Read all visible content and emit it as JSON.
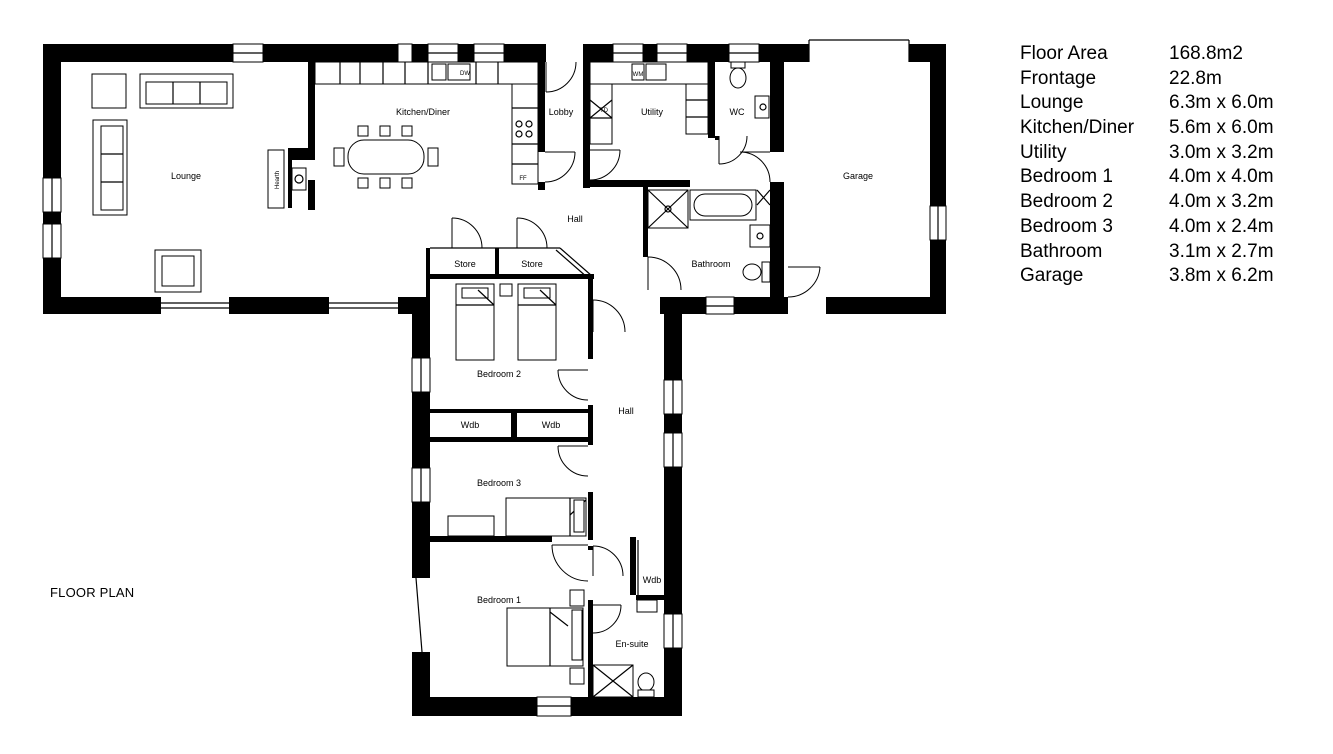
{
  "plan": {
    "title": "FLOOR PLAN",
    "rooms": {
      "lounge": "Lounge",
      "kitchen_diner": "Kitchen/Diner",
      "lobby": "Lobby",
      "utility": "Utility",
      "wc": "WC",
      "garage": "Garage",
      "hall_upper": "Hall",
      "store_1": "Store",
      "store_2": "Store",
      "bathroom": "Bathroom",
      "bedroom_2": "Bedroom 2",
      "wdb_1": "Wdb",
      "wdb_2": "Wdb",
      "hall_lower": "Hall",
      "bedroom_3": "Bedroom 3",
      "wdb_3": "Wdb",
      "bedroom_1": "Bedroom 1",
      "en_suite": "En-suite"
    },
    "fixtures": {
      "hearth": "Hearth",
      "fridge_freezer": "FF",
      "tumble_dryer": "TD",
      "washing_machine": "WM",
      "dishwasher": "DW"
    }
  },
  "schedule": [
    {
      "label": "Floor Area",
      "value": "168.8m2"
    },
    {
      "label": "Frontage",
      "value": "22.8m"
    },
    {
      "label": "Lounge",
      "value": "6.3m x 6.0m"
    },
    {
      "label": "Kitchen/Diner",
      "value": "5.6m x 6.0m"
    },
    {
      "label": "Utility",
      "value": "3.0m x 3.2m"
    },
    {
      "label": "Bedroom 1",
      "value": "4.0m x 4.0m"
    },
    {
      "label": "Bedroom 2",
      "value": "4.0m x 3.2m"
    },
    {
      "label": "Bedroom 3",
      "value": "4.0m x 2.4m"
    },
    {
      "label": "Bathroom",
      "value": "3.1m x 2.7m"
    },
    {
      "label": "Garage",
      "value": "3.8m x 6.2m"
    }
  ]
}
